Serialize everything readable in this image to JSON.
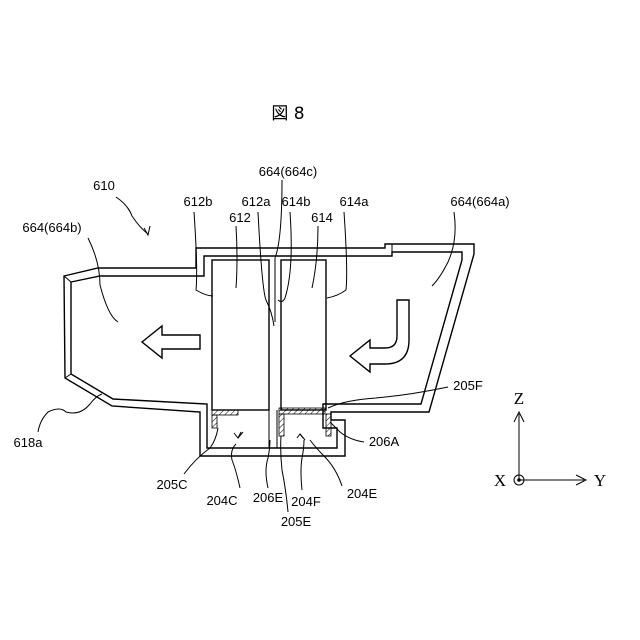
{
  "title": "図 8",
  "labels": {
    "l610": "610",
    "l664b": "664(664b)",
    "l612b": "612b",
    "l612": "612",
    "l612a": "612a",
    "l664c": "664(664c)",
    "l614b": "614b",
    "l614": "614",
    "l614a": "614a",
    "l664a": "664(664a)",
    "l205F": "205F",
    "l206A": "206A",
    "l618a": "618a",
    "l205C": "205C",
    "l204C": "204C",
    "l206E": "206E",
    "l205E": "205E",
    "l204F": "204F",
    "l204E": "204E"
  },
  "axes": {
    "z": "Z",
    "x": "X",
    "y": "Y"
  }
}
